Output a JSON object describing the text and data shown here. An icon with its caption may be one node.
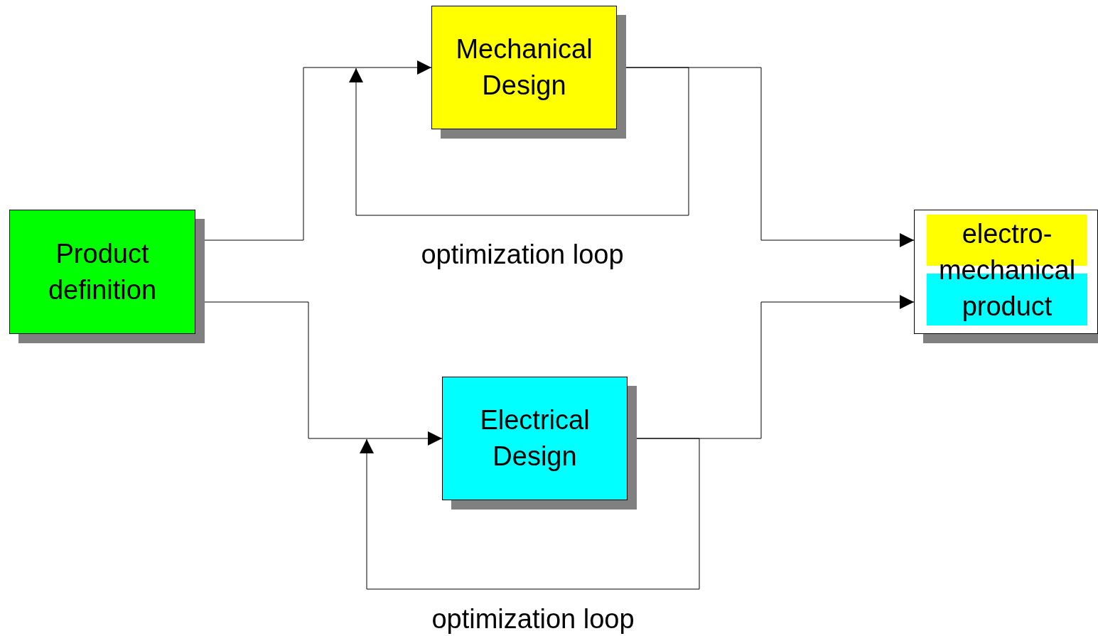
{
  "diagram": {
    "nodes": [
      {
        "text": [
          "Product definition"
        ]
      },
      {
        "text": [
          "Mechanical Design"
        ]
      },
      {
        "text": [
          "Electrical Design"
        ]
      },
      {
        "text": [
          "electro-mechanical product"
        ]
      }
    ],
    "edges": [
      {
        "from": 0,
        "to": 1,
        "arrow": "to"
      },
      {
        "from": 0,
        "to": 2,
        "arrow": "to"
      },
      {
        "from": 1,
        "to": 1,
        "arrow": "to",
        "label": "optimization loop"
      },
      {
        "from": 2,
        "to": 2,
        "arrow": "to",
        "label": "optimization loop"
      },
      {
        "from": 1,
        "to": 3,
        "arrow": "to"
      },
      {
        "from": 2,
        "to": 3,
        "arrow": "to"
      }
    ]
  }
}
